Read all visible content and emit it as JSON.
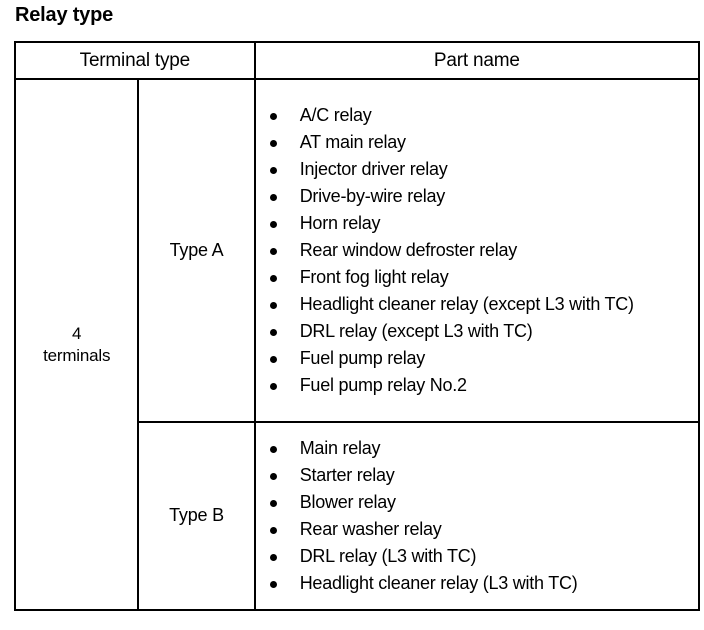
{
  "page": {
    "title": "Relay type",
    "background_color": "#ffffff",
    "text_color": "#000000"
  },
  "table": {
    "headers": {
      "terminal_type": "Terminal type",
      "part_name": "Part name"
    },
    "terminal_group": {
      "line1": "4",
      "line2": "terminals"
    },
    "rows": [
      {
        "type_label": "Type A",
        "parts": [
          "A/C relay",
          "AT main relay",
          "Injector driver relay",
          "Drive-by-wire relay",
          "Horn relay",
          "Rear window defroster relay",
          "Front fog light relay",
          "Headlight cleaner relay (except L3 with TC)",
          "DRL relay (except L3 with TC)",
          "Fuel pump relay",
          "Fuel pump relay No.2"
        ]
      },
      {
        "type_label": "Type B",
        "parts": [
          "Main relay",
          "Starter relay",
          "Blower relay",
          "Rear washer relay",
          "DRL relay (L3 with TC)",
          "Headlight cleaner relay (L3 with TC)"
        ]
      }
    ]
  }
}
